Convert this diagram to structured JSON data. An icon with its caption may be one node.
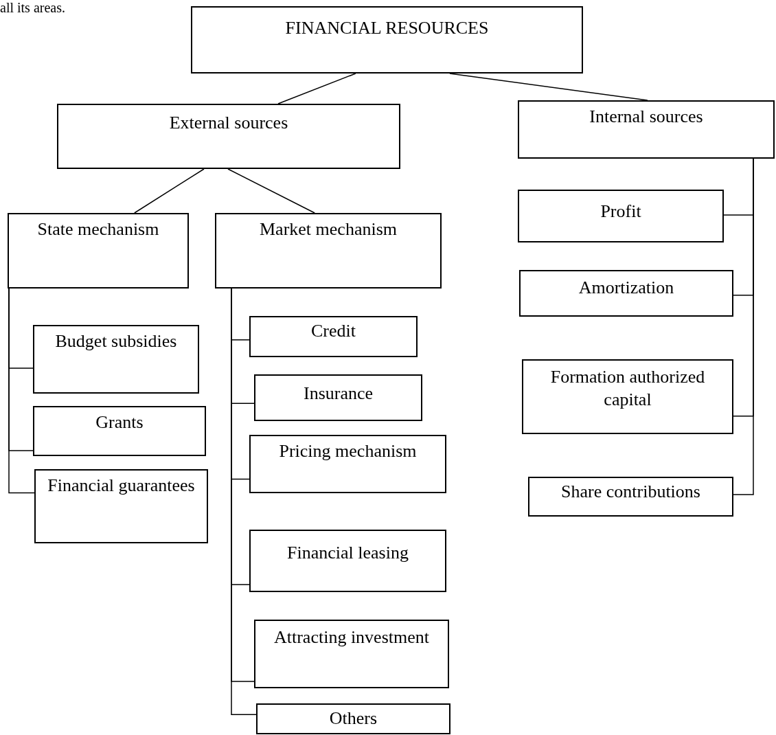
{
  "diagram": {
    "nodes": [
      {
        "text": [
          "FINANCIAL RESOURCES"
        ]
      },
      {
        "text": [
          "External sources"
        ]
      },
      {
        "text": [
          "Internal sources"
        ]
      },
      {
        "text": [
          "State mechanism"
        ]
      },
      {
        "text": [
          "Market mechanism"
        ]
      },
      {
        "text": [
          "Budget subsidies"
        ]
      },
      {
        "text": [
          "Grants"
        ]
      },
      {
        "text": [
          "Financial guarantees"
        ]
      },
      {
        "text": [
          "Credit"
        ]
      },
      {
        "text": [
          "Insurance"
        ]
      },
      {
        "text": [
          "Pricing mechanism"
        ]
      },
      {
        "text": [
          "Financial leasing"
        ]
      },
      {
        "text": [
          "Attracting investment"
        ]
      },
      {
        "text": [
          "Others"
        ]
      },
      {
        "text": [
          "Profit"
        ]
      },
      {
        "text": [
          "Amortization"
        ]
      },
      {
        "text": [
          "Formation authorized capital"
        ]
      },
      {
        "text": [
          "Share contributions"
        ]
      }
    ],
    "edges": [
      {
        "from": 0,
        "to": 1,
        "arrow": "none"
      },
      {
        "from": 0,
        "to": 2,
        "arrow": "none"
      },
      {
        "from": 1,
        "to": 3,
        "arrow": "none"
      },
      {
        "from": 1,
        "to": 4,
        "arrow": "none"
      },
      {
        "from": 3,
        "to": 5,
        "arrow": "none"
      },
      {
        "from": 3,
        "to": 6,
        "arrow": "none"
      },
      {
        "from": 3,
        "to": 7,
        "arrow": "none"
      },
      {
        "from": 4,
        "to": 8,
        "arrow": "none"
      },
      {
        "from": 4,
        "to": 9,
        "arrow": "none"
      },
      {
        "from": 4,
        "to": 10,
        "arrow": "none"
      },
      {
        "from": 4,
        "to": 11,
        "arrow": "none"
      },
      {
        "from": 4,
        "to": 12,
        "arrow": "none"
      },
      {
        "from": 4,
        "to": 13,
        "arrow": "none"
      },
      {
        "from": 2,
        "to": 14,
        "arrow": "none"
      },
      {
        "from": 2,
        "to": 15,
        "arrow": "none"
      },
      {
        "from": 2,
        "to": 16,
        "arrow": "none"
      },
      {
        "from": 2,
        "to": 17,
        "arrow": "none"
      }
    ],
    "labels": [
      "all its areas."
    ]
  }
}
